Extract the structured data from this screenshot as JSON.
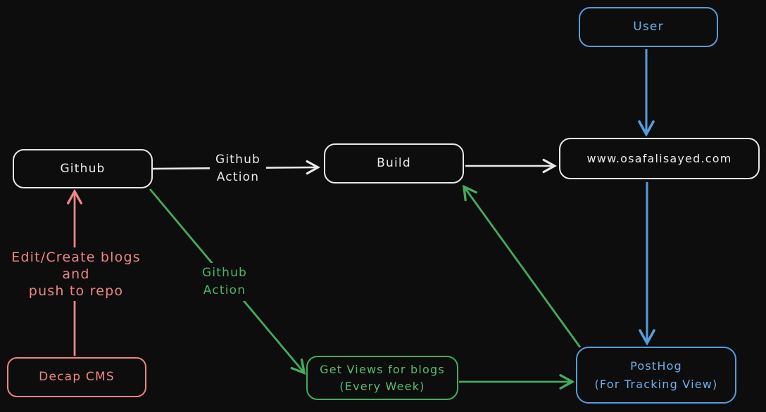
{
  "diagram": {
    "background": "#0d0d0d",
    "colors": {
      "white": "#e9e9e9",
      "blue": "#559ddd",
      "green": "#45ab5e",
      "red": "#ef8585"
    }
  },
  "nodes": {
    "user": {
      "label": "User",
      "color": "blue"
    },
    "github": {
      "label": "Github",
      "color": "white"
    },
    "build": {
      "label": "Build",
      "color": "white"
    },
    "website": {
      "label": "www.osafalisayed.com",
      "color": "white"
    },
    "decap": {
      "label": "Decap CMS",
      "color": "red"
    },
    "getviews": {
      "label": "Get Views for blogs\n(Every Week)",
      "color": "green"
    },
    "posthog": {
      "label": "PostHog\n(For Tracking View)",
      "color": "blue"
    }
  },
  "edge_labels": {
    "github_build": "Github\nAction",
    "github_getviews": "Github\nAction",
    "decap_github": "Edit/Create blogs\nand\npush to repo"
  },
  "edges": [
    {
      "from": "github",
      "to": "build",
      "color": "white",
      "label": "Github Action"
    },
    {
      "from": "build",
      "to": "website",
      "color": "white",
      "label": ""
    },
    {
      "from": "user",
      "to": "website",
      "color": "blue",
      "label": ""
    },
    {
      "from": "website",
      "to": "posthog",
      "color": "blue",
      "label": ""
    },
    {
      "from": "decap",
      "to": "github",
      "color": "red",
      "label": "Edit/Create blogs and push to repo"
    },
    {
      "from": "github",
      "to": "getviews",
      "color": "green",
      "label": "Github Action"
    },
    {
      "from": "getviews",
      "to": "posthog",
      "color": "green",
      "label": ""
    },
    {
      "from": "posthog",
      "to": "build",
      "color": "green",
      "label": ""
    }
  ]
}
